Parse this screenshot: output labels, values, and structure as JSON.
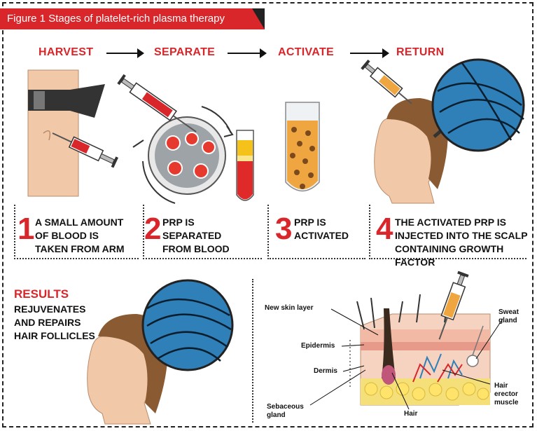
{
  "figure": {
    "title": "Figure 1 Stages of platelet-rich plasma therapy"
  },
  "stages": [
    "HARVEST",
    "SEPARATE",
    "ACTIVATE",
    "RETURN"
  ],
  "steps": [
    {
      "number": "1",
      "text": "A SMALL AMOUNT\nOF BLOOD IS\nTAKEN FROM ARM"
    },
    {
      "number": "2",
      "text": "PRP IS\nSEPARATED\nFROM BLOOD"
    },
    {
      "number": "3",
      "text": "PRP IS\nACTIVATED"
    },
    {
      "number": "4",
      "text": "THE ACTIVATED PRP IS\nINJECTED INTO THE SCALP\nCONTAINING GROWTH FACTOR"
    }
  ],
  "results": {
    "title": "RESULTS",
    "text": "REJUVENATES\nAND REPAIRS\nHAIR FOLLICLES"
  },
  "skin_labels": {
    "new_skin_layer": "New skin layer",
    "epidermis": "Epidermis",
    "dermis": "Dermis",
    "sebaceous_gland": "Sebaceous\ngland",
    "hair": "Hair",
    "hair_erector_muscle": "Hair\nerector\nmuscle",
    "sweat_gland": "Sweat\ngland"
  },
  "colors": {
    "accent_red": "#d8262b",
    "skin": "#f2c9a8",
    "hair_brown": "#8a5a32",
    "follicle_blue": "#2f7fb8",
    "plasma_yellow": "#f5c21b",
    "prp_orange": "#f0a640"
  },
  "icons": [
    "tourniquet-icon",
    "syringe-icon",
    "petri-dish-icon",
    "test-tube-icon",
    "head-profile-icon",
    "magnifier-icon",
    "skin-cross-section-icon"
  ]
}
